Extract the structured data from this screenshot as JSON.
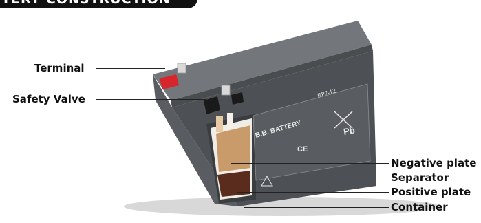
{
  "banner": {
    "text": "TERY CONSTRUCTION"
  },
  "callouts": {
    "terminal": "Terminal",
    "safety_valve": "Safety Valve",
    "negative_plate": "Negative plate",
    "separator": "Separator",
    "positive_plate": "Positive plate",
    "container": "Container"
  },
  "battery_label": {
    "brand": "B.B. BATTERY",
    "model": "BP7-12",
    "pb_mark": "Pb",
    "ce_mark": "CE"
  },
  "colors": {
    "case": "#5b5f63",
    "case_top": "#6c7074",
    "terminal_red": "#d7262b",
    "negative_plate": "#c99a6a",
    "separator": "#f0ede6",
    "positive_plate": "#5a2c1d"
  }
}
